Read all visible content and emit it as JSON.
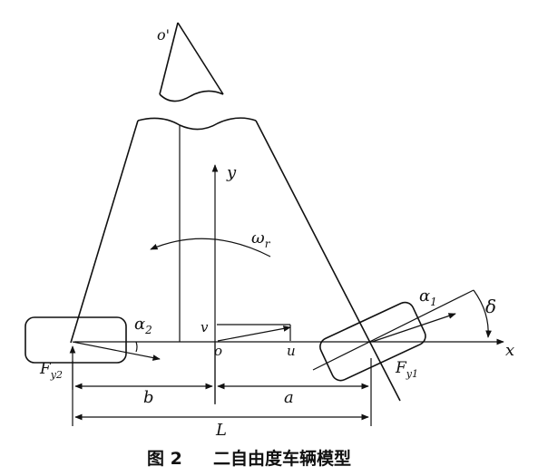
{
  "labels": {
    "o_prime": "o'",
    "y_axis": "y",
    "x_axis": "x",
    "omega": "ω",
    "omega_sub": "r",
    "alpha1": "α",
    "alpha1_sub": "1",
    "alpha2": "α",
    "alpha2_sub": "2",
    "delta": "δ",
    "v": "v",
    "u": "u",
    "o": "o",
    "fy1": "F",
    "fy1_sub": "y1",
    "fy2": "F",
    "fy2_sub": "y2",
    "a": "a",
    "b": "b",
    "L": "L"
  },
  "caption": {
    "figure_number": "图 2",
    "title": "二自由度车辆模型"
  }
}
